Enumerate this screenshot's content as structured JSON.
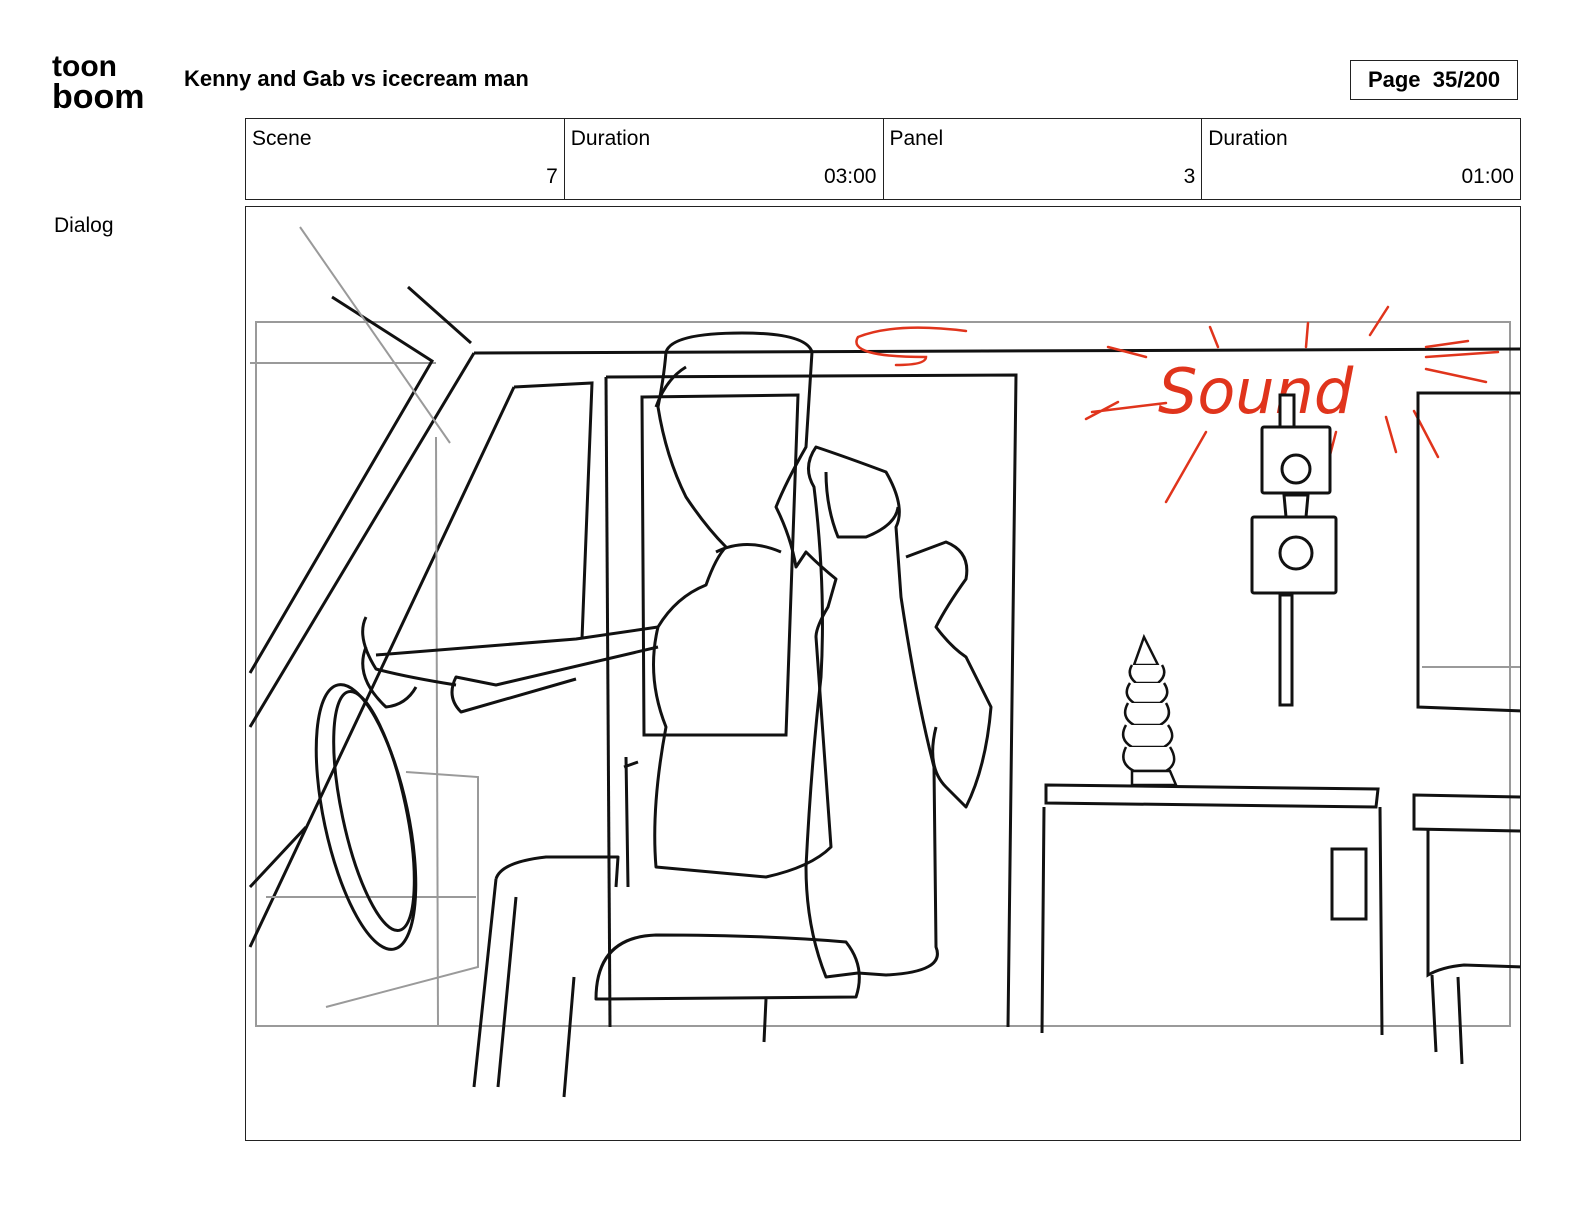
{
  "header": {
    "logo_line1": "toon",
    "logo_line2": "boom",
    "title": "Kenny and Gab vs icecream man",
    "page_label": "Page",
    "page_value": "35/200"
  },
  "info": {
    "scene_label": "Scene",
    "scene_value": "7",
    "scene_duration_label": "Duration",
    "scene_duration_value": "03:00",
    "panel_label": "Panel",
    "panel_value": "3",
    "panel_duration_label": "Duration",
    "panel_duration_value": "01:00"
  },
  "dialog_label": "Dialog",
  "panel": {
    "sound_annotation": "Sound",
    "annotation_color": "#e0341c"
  }
}
